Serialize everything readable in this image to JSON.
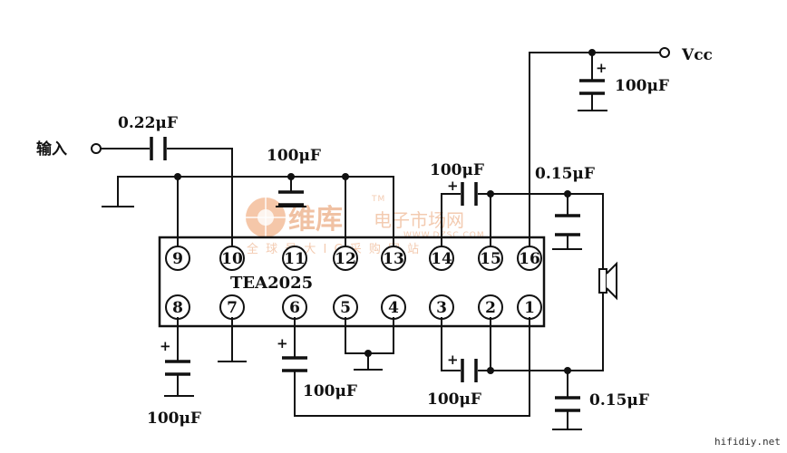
{
  "chip": {
    "name": "TEA2025"
  },
  "pins_top": [
    "9",
    "10",
    "11",
    "12",
    "13",
    "14",
    "15",
    "16"
  ],
  "pins_bottom": [
    "8",
    "7",
    "6",
    "5",
    "4",
    "3",
    "2",
    "1"
  ],
  "labels": {
    "input": "输入",
    "vcc": "Vcc",
    "cap_input": "0.22μF",
    "cap_vcc": "100μF",
    "cap_top_mid": "100μF",
    "cap_top_right": "100μF",
    "cap_out_top": "0.15μF",
    "cap_out_bottom": "0.15μF",
    "cap_pin8": "100μF",
    "cap_pin6": "100μF",
    "cap_bottom_bootstrap": "100μF",
    "plus_sign": "+"
  },
  "watermark": {
    "brand": "维库",
    "name": "电子市场网",
    "tm": "TM",
    "url": "WWW.DZSC.COM",
    "slogan": "全 球 最 大 I C 采 购 网 站"
  },
  "source_site": "hifidiy.net"
}
